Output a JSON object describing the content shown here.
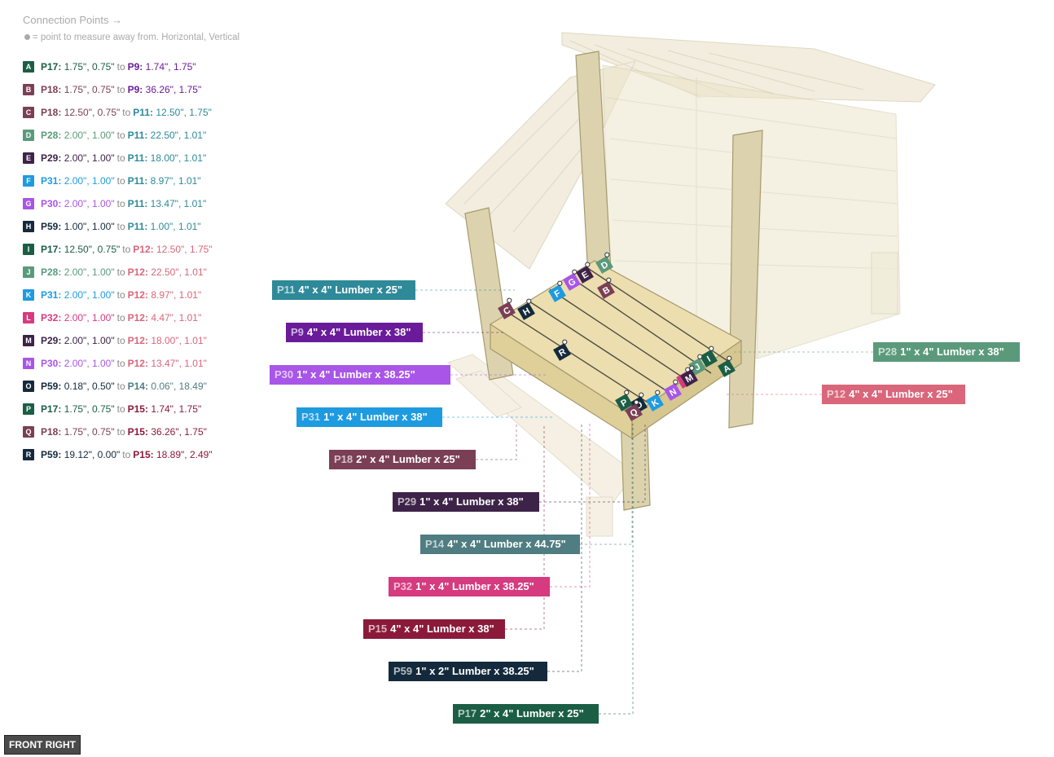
{
  "legend": {
    "title": "Connection Points →",
    "subtitle": "= point to measure away from. Horizontal, Vertical"
  },
  "connections": [
    {
      "key": "A",
      "color": "#1b5e45",
      "from_part": "P17:",
      "from_color": "#1b5e45",
      "from_vals": "1.75\", 0.75\"",
      "to": "to",
      "to_part": "P9:",
      "to_color": "#6a1b9a",
      "to_vals": "1.74\", 1.75\""
    },
    {
      "key": "B",
      "color": "#7b3f55",
      "from_part": "P18:",
      "from_color": "#7b3f55",
      "from_vals": "1.75\", 0.75\"",
      "to": "to",
      "to_part": "P9:",
      "to_color": "#6a1b9a",
      "to_vals": "36.26\", 1.75\""
    },
    {
      "key": "C",
      "color": "#7b3f55",
      "from_part": "P18:",
      "from_color": "#7b3f55",
      "from_vals": "12.50\", 0.75\"",
      "to": "to",
      "to_part": "P11:",
      "to_color": "#2e8a99",
      "to_vals": "12.50\", 1.75\""
    },
    {
      "key": "D",
      "color": "#5a9a7a",
      "from_part": "P28:",
      "from_color": "#5a9a7a",
      "from_vals": "2.00\", 1.00\"",
      "to": "to",
      "to_part": "P11:",
      "to_color": "#2e8a99",
      "to_vals": "22.50\", 1.01\""
    },
    {
      "key": "E",
      "color": "#3d2348",
      "from_part": "P29:",
      "from_color": "#3d2348",
      "from_vals": "2.00\", 1.00\"",
      "to": "to",
      "to_part": "P11:",
      "to_color": "#2e8a99",
      "to_vals": "18.00\", 1.01\""
    },
    {
      "key": "F",
      "color": "#1e9be0",
      "from_part": "P31:",
      "from_color": "#1e9be0",
      "from_vals": "2.00\", 1.00\"",
      "to": "to",
      "to_part": "P11:",
      "to_color": "#2e8a99",
      "to_vals": "8.97\", 1.01\""
    },
    {
      "key": "G",
      "color": "#a855e8",
      "from_part": "P30:",
      "from_color": "#a855e8",
      "from_vals": "2.00\", 1.00\"",
      "to": "to",
      "to_part": "P11:",
      "to_color": "#2e8a99",
      "to_vals": "13.47\", 1.01\""
    },
    {
      "key": "H",
      "color": "#142a3c",
      "from_part": "P59:",
      "from_color": "#142a3c",
      "from_vals": "1.00\", 1.00\"",
      "to": "to",
      "to_part": "P11:",
      "to_color": "#2e8a99",
      "to_vals": "1.00\", 1.01\""
    },
    {
      "key": "I",
      "color": "#1b5e45",
      "from_part": "P17:",
      "from_color": "#1b5e45",
      "from_vals": "12.50\", 0.75\"",
      "to": "to",
      "to_part": "P12:",
      "to_color": "#d9667a",
      "to_vals": "12.50\", 1.75\""
    },
    {
      "key": "J",
      "color": "#5a9a7a",
      "from_part": "P28:",
      "from_color": "#5a9a7a",
      "from_vals": "2.00\", 1.00\"",
      "to": "to",
      "to_part": "P12:",
      "to_color": "#d9667a",
      "to_vals": "22.50\", 1.01\""
    },
    {
      "key": "K",
      "color": "#1e9be0",
      "from_part": "P31:",
      "from_color": "#1e9be0",
      "from_vals": "2.00\", 1.00\"",
      "to": "to",
      "to_part": "P12:",
      "to_color": "#d9667a",
      "to_vals": "8.97\", 1.01\""
    },
    {
      "key": "L",
      "color": "#d63a7f",
      "from_part": "P32:",
      "from_color": "#d63a7f",
      "from_vals": "2.00\", 1.00\"",
      "to": "to",
      "to_part": "P12:",
      "to_color": "#d9667a",
      "to_vals": "4.47\", 1.01\""
    },
    {
      "key": "M",
      "color": "#3d2348",
      "from_part": "P29:",
      "from_color": "#3d2348",
      "from_vals": "2.00\", 1.00\"",
      "to": "to",
      "to_part": "P12:",
      "to_color": "#d9667a",
      "to_vals": "18.00\", 1.01\""
    },
    {
      "key": "N",
      "color": "#a855e8",
      "from_part": "P30:",
      "from_color": "#a855e8",
      "from_vals": "2.00\", 1.00\"",
      "to": "to",
      "to_part": "P12:",
      "to_color": "#d9667a",
      "to_vals": "13.47\", 1.01\""
    },
    {
      "key": "O",
      "color": "#142a3c",
      "from_part": "P59:",
      "from_color": "#142a3c",
      "from_vals": "0.18\", 0.50\"",
      "to": "to",
      "to_part": "P14:",
      "to_color": "#4f7d82",
      "to_vals": "0.06\", 18.49\""
    },
    {
      "key": "P",
      "color": "#1b5e45",
      "from_part": "P17:",
      "from_color": "#1b5e45",
      "from_vals": "1.75\", 0.75\"",
      "to": "to",
      "to_part": "P15:",
      "to_color": "#8b1a3a",
      "to_vals": "1.74\", 1.75\""
    },
    {
      "key": "Q",
      "color": "#7b3f55",
      "from_part": "P18:",
      "from_color": "#7b3f55",
      "from_vals": "1.75\", 0.75\"",
      "to": "to",
      "to_part": "P15:",
      "to_color": "#8b1a3a",
      "to_vals": "36.26\", 1.75\""
    },
    {
      "key": "R",
      "color": "#142a3c",
      "from_part": "P59:",
      "from_color": "#142a3c",
      "from_vals": "19.12\", 0.00\"",
      "to": "to",
      "to_part": "P15:",
      "to_color": "#8b1a3a",
      "to_vals": "18.89\", 2.49\""
    }
  ],
  "parts": [
    {
      "id": "P11",
      "text": "4\" x 4\" Lumber x 25\"",
      "color": "#2e8a99"
    },
    {
      "id": "P9",
      "text": "4\" x 4\" Lumber x 38\"",
      "color": "#6a1b9a"
    },
    {
      "id": "P30",
      "text": "1\" x 4\" Lumber  x 38.25\"",
      "color": "#a855e8"
    },
    {
      "id": "P31",
      "text": "1\" x 4\" Lumber  x 38\"",
      "color": "#1e9be0"
    },
    {
      "id": "P18",
      "text": "2\" x 4\" Lumber  x 25\"",
      "color": "#7b3f55"
    },
    {
      "id": "P29",
      "text": "1\" x 4\" Lumber  x 38\"",
      "color": "#3d2348"
    },
    {
      "id": "P14",
      "text": "4\" x 4\" Lumber x 44.75\"",
      "color": "#4f7d82"
    },
    {
      "id": "P32",
      "text": "1\" x 4\" Lumber  x 38.25\"",
      "color": "#d63a7f"
    },
    {
      "id": "P15",
      "text": "4\" x 4\" Lumber x 38\"",
      "color": "#8b1a3a"
    },
    {
      "id": "P59",
      "text": "1\" x 2\" Lumber x 38.25\"",
      "color": "#142a3c"
    },
    {
      "id": "P17",
      "text": "2\" x 4\" Lumber  x 25\"",
      "color": "#1b5e45"
    },
    {
      "id": "P28",
      "text": "1\" x 4\" Lumber  x 38\"",
      "color": "#5a9a7a"
    },
    {
      "id": "P12",
      "text": "4\" x 4\" Lumber x 25\"",
      "color": "#d9667a"
    }
  ],
  "view_label": "FRONT RIGHT"
}
